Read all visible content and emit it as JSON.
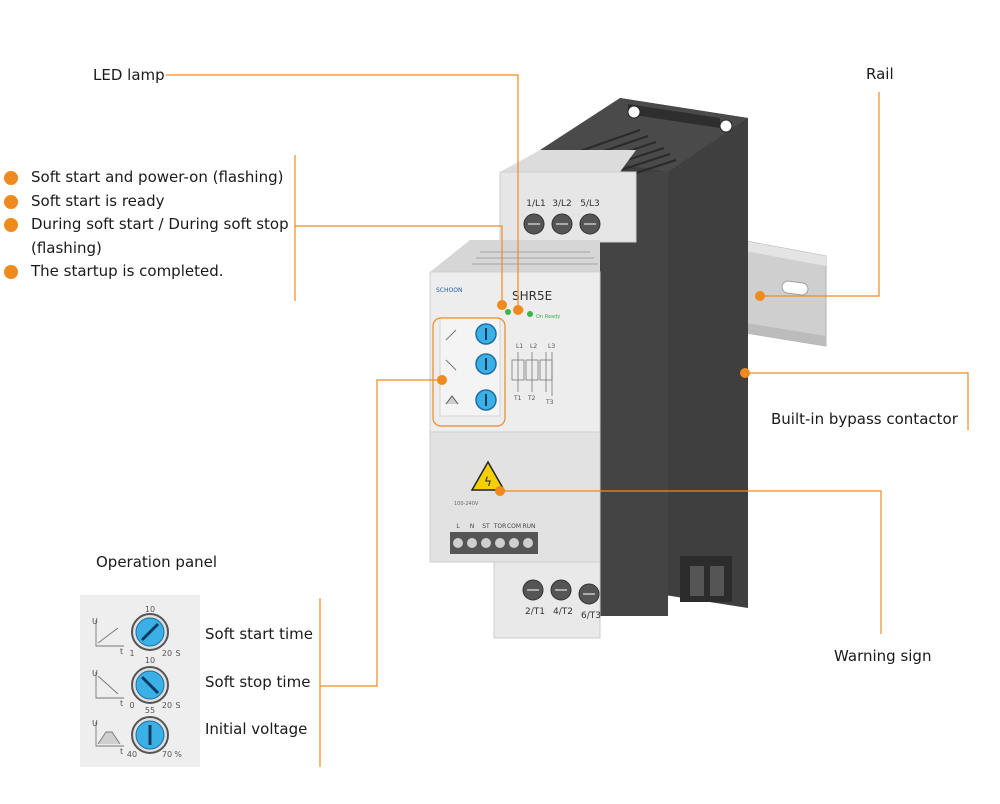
{
  "colors": {
    "leader": "#ef8a1e",
    "device_body": "#ececec",
    "device_dark": "#3d3d3d",
    "knob": "#3bb0e6"
  },
  "callouts": {
    "led_lamp": "LED lamp",
    "rail": "Rail",
    "bypass": "Built-in bypass contactor",
    "warning": "Warning sign",
    "operation_panel": "Operation panel"
  },
  "led_states": [
    "Soft start and power-on (flashing)",
    "Soft start is ready",
    "During soft start / During soft stop (flashing)",
    "The startup is completed."
  ],
  "panel_labels": [
    "Soft start time",
    "Soft stop time",
    "Initial voltage"
  ],
  "device": {
    "model": "SHR5E",
    "brand": "SCHOON",
    "led_text": "On Ready",
    "top_terminals": [
      "1/L1",
      "3/L2",
      "5/L3"
    ],
    "bottom_terminals": [
      "2/T1",
      "4/T2",
      "6/T3"
    ],
    "control_terminals": [
      "L",
      "N",
      "ST",
      "TOR",
      "COM",
      "RUN"
    ],
    "voltage_text": "100-240V",
    "circuit_phases": [
      "L1",
      "L2",
      "L3"
    ],
    "circuit_outputs": [
      "T1",
      "T2",
      "T3"
    ]
  },
  "knobs": [
    {
      "icon": "ramp-up-icon",
      "scale_top": "10",
      "scale_left": "1",
      "scale_right": "20",
      "unit": "S"
    },
    {
      "icon": "ramp-down-icon",
      "scale_top": "10",
      "scale_left": "0",
      "scale_right": "20",
      "unit": "S"
    },
    {
      "icon": "voltage-icon",
      "scale_top": "55",
      "scale_left": "40",
      "scale_right": "70",
      "unit": "%"
    }
  ],
  "axis_letters": {
    "u": "U",
    "t": "t"
  }
}
